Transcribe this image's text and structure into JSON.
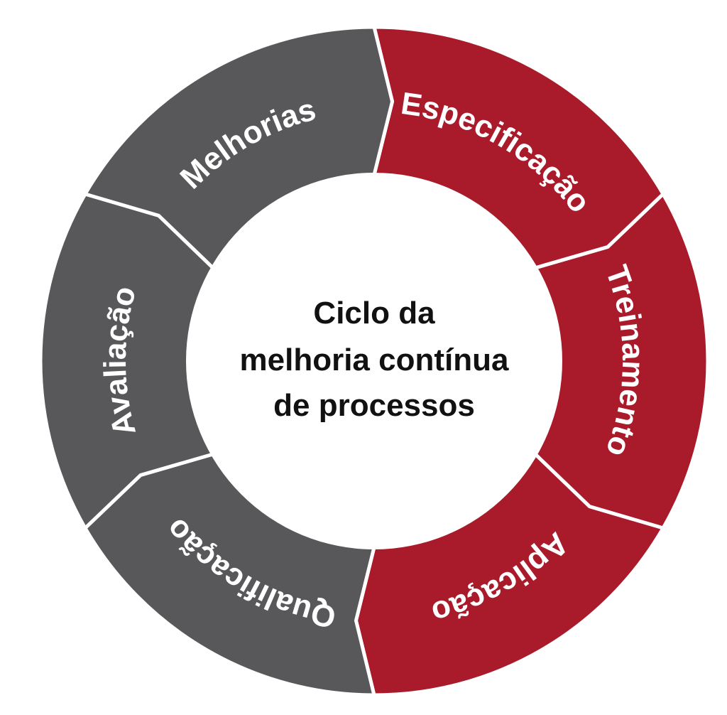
{
  "title_lines": [
    "Ciclo da",
    "melhoria contínua",
    "de processos"
  ],
  "segments": [
    {
      "label": "Especificação",
      "color": "#a91b2a"
    },
    {
      "label": "Treinamento",
      "color": "#a91b2a"
    },
    {
      "label": "Aplicação",
      "color": "#a91b2a"
    },
    {
      "label": "Qualificação",
      "color": "#58585a"
    },
    {
      "label": "Avaliação",
      "color": "#58585a"
    },
    {
      "label": "Melhorias",
      "color": "#58585a"
    }
  ]
}
